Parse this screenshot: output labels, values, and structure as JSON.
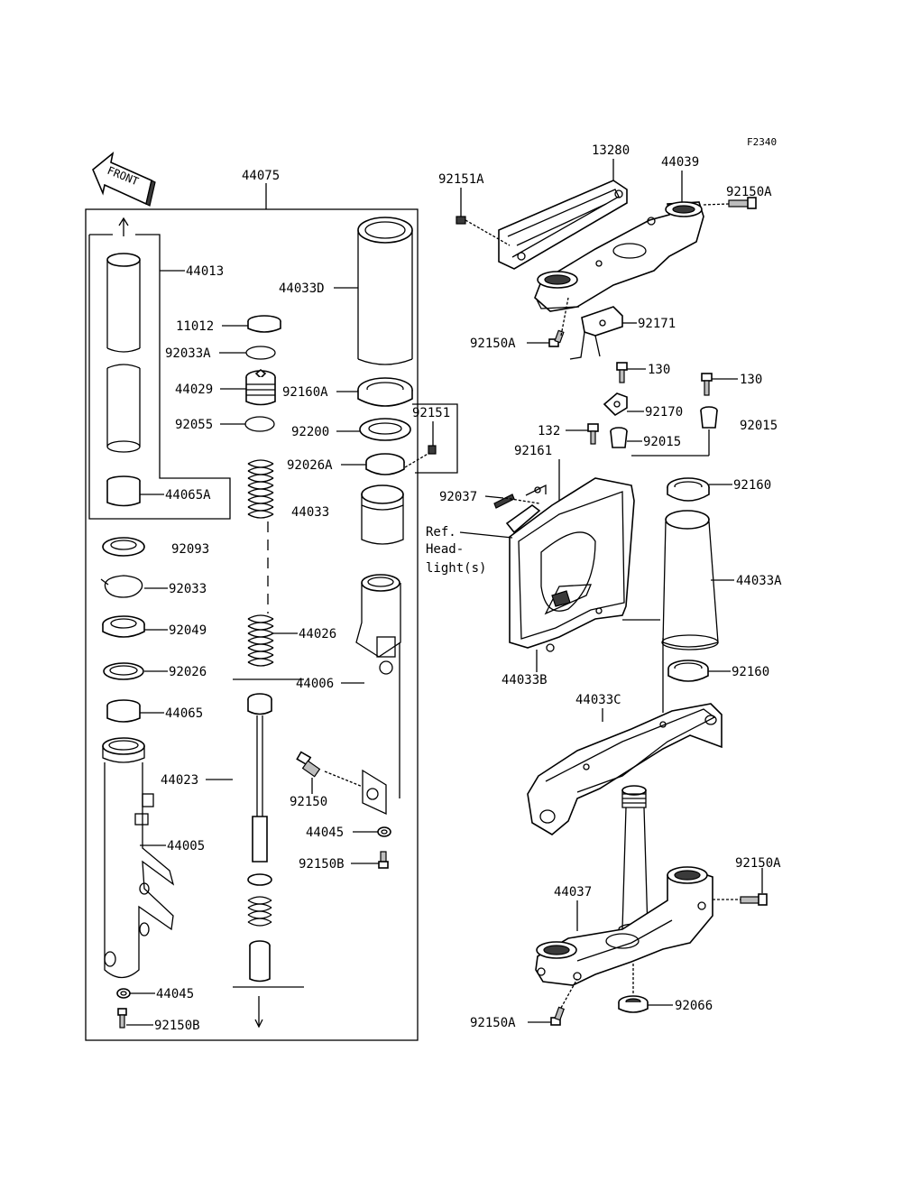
{
  "figure_code": "F2340",
  "direction_label": "FRONT",
  "ref_note": [
    "Ref.",
    "Head-",
    "light(s)"
  ],
  "labels": {
    "p44075": "44075",
    "p44013": "44013",
    "p44033D": "44033D",
    "p11012": "11012",
    "p92033A": "92033A",
    "p44029": "44029",
    "p92160A": "92160A",
    "p92055": "92055",
    "p92151": "92151",
    "p92200": "92200",
    "p92026A": "92026A",
    "p44065A": "44065A",
    "p44033": "44033",
    "p92093": "92093",
    "p92033": "92033",
    "p92049": "92049",
    "p44026": "44026",
    "p92026": "92026",
    "p44006": "44006",
    "p44065": "44065",
    "p44023": "44023",
    "p92150": "92150",
    "p44005": "44005",
    "p44045b": "44045",
    "p92150B": "92150B",
    "p44045a": "44045",
    "p92150Bb": "92150B",
    "p92151A": "92151A",
    "p13280": "13280",
    "p44039": "44039",
    "p92150A_a": "92150A",
    "p92171": "92171",
    "p92150A_b": "92150A",
    "p130a": "130",
    "p130b": "130",
    "p92170": "92170",
    "p132": "132",
    "p92015a": "92015",
    "p92015b": "92015",
    "p92161": "92161",
    "p92160a": "92160",
    "p92037": "92037",
    "p44033A": "44033A",
    "p44033B": "44033B",
    "p92160b": "92160",
    "p44033C": "44033C",
    "p92150A_c": "92150A",
    "p44037": "44037",
    "p92066": "92066",
    "p92150A_d": "92150A"
  }
}
